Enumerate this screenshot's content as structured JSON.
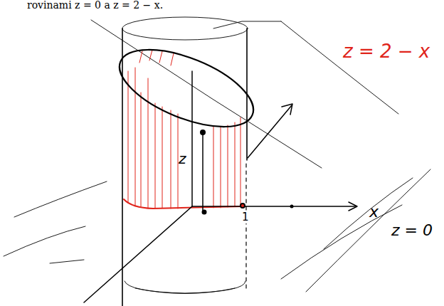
{
  "diagram": {
    "labels": [
      "rovinami z = 0 a z = 2 − x.",
      "z = 2 − x",
      "x",
      "z = 0",
      "1",
      "z"
    ]
  }
}
